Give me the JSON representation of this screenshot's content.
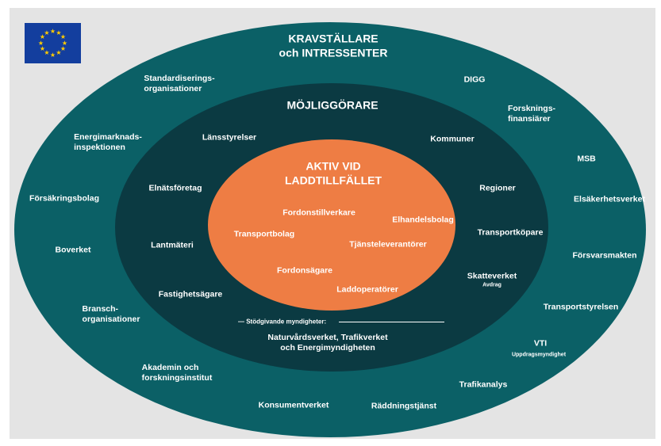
{
  "flag": {
    "name": "eu-flag",
    "star_color": "#ffcc00",
    "field_color": "#133e9e"
  },
  "colors": {
    "outer_ring": "#0b6066",
    "middle_ring": "#0b3a42",
    "inner_core": "#ee7d44",
    "panel": "#e4e4e4"
  },
  "outer": {
    "title_line1": "KRAVSTÄLLARE",
    "title_line2": "och INTRESSENTER",
    "items": [
      {
        "text": "Standardiserings-\norganisationer"
      },
      {
        "text": "DIGG"
      },
      {
        "text": "Forsknings-\nfinansiärer"
      },
      {
        "text": "Energimarknads-\ninspektionen"
      },
      {
        "text": "MSB"
      },
      {
        "text": "Försäkringsbolag"
      },
      {
        "text": "Elsäkerhetsverket"
      },
      {
        "text": "Boverket"
      },
      {
        "text": "Försvarsmakten"
      },
      {
        "text": "Bransch-\norganisationer"
      },
      {
        "text": "Transportstyrelsen"
      },
      {
        "text": "VTI"
      },
      {
        "text": "Akademin och\nforskningsinstitut"
      },
      {
        "text": "Trafikanalys"
      },
      {
        "text": "Konsumentverket"
      },
      {
        "text": "Räddningstjänst"
      }
    ],
    "vti_note": "Uppdragsmyndighet"
  },
  "middle": {
    "title": "MÖJLIGGÖRARE",
    "items": [
      {
        "text": "Länsstyrelser"
      },
      {
        "text": "Kommuner"
      },
      {
        "text": "Elnätsföretag"
      },
      {
        "text": "Regioner"
      },
      {
        "text": "Transportköpare"
      },
      {
        "text": "Lantmäteri"
      },
      {
        "text": "Skatteverket"
      },
      {
        "text": "Fastighetsägare"
      }
    ],
    "skatteverket_note": "Avdrag",
    "support_caption": "— Stödgivande myndigheter:",
    "support_text": "Naturvårdsverket, Trafikverket\noch Energimyndigheten"
  },
  "inner": {
    "title_line1": "AKTIV VID",
    "title_line2": "LADDTILLFÄLLET",
    "items": [
      {
        "text": "Fordonstillverkare"
      },
      {
        "text": "Elhandelsbolag"
      },
      {
        "text": "Transportbolag"
      },
      {
        "text": "Tjänsteleverantörer"
      },
      {
        "text": "Fordonsägare"
      },
      {
        "text": "Laddoperatörer"
      }
    ]
  }
}
